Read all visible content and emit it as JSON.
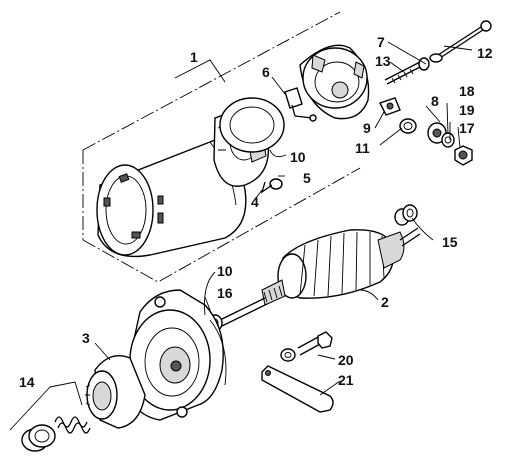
{
  "callouts": {
    "c1": "1",
    "c2": "2",
    "c3": "3",
    "c4": "4",
    "c5": "5",
    "c6": "6",
    "c7": "7",
    "c8": "8",
    "c9": "9",
    "c10a": "10",
    "c10b": "10",
    "c11": "11",
    "c12": "12",
    "c13": "13",
    "c14": "14",
    "c15": "15",
    "c16": "16",
    "c17": "17",
    "c18": "18",
    "c19": "19",
    "c20": "20",
    "c21": "21"
  }
}
